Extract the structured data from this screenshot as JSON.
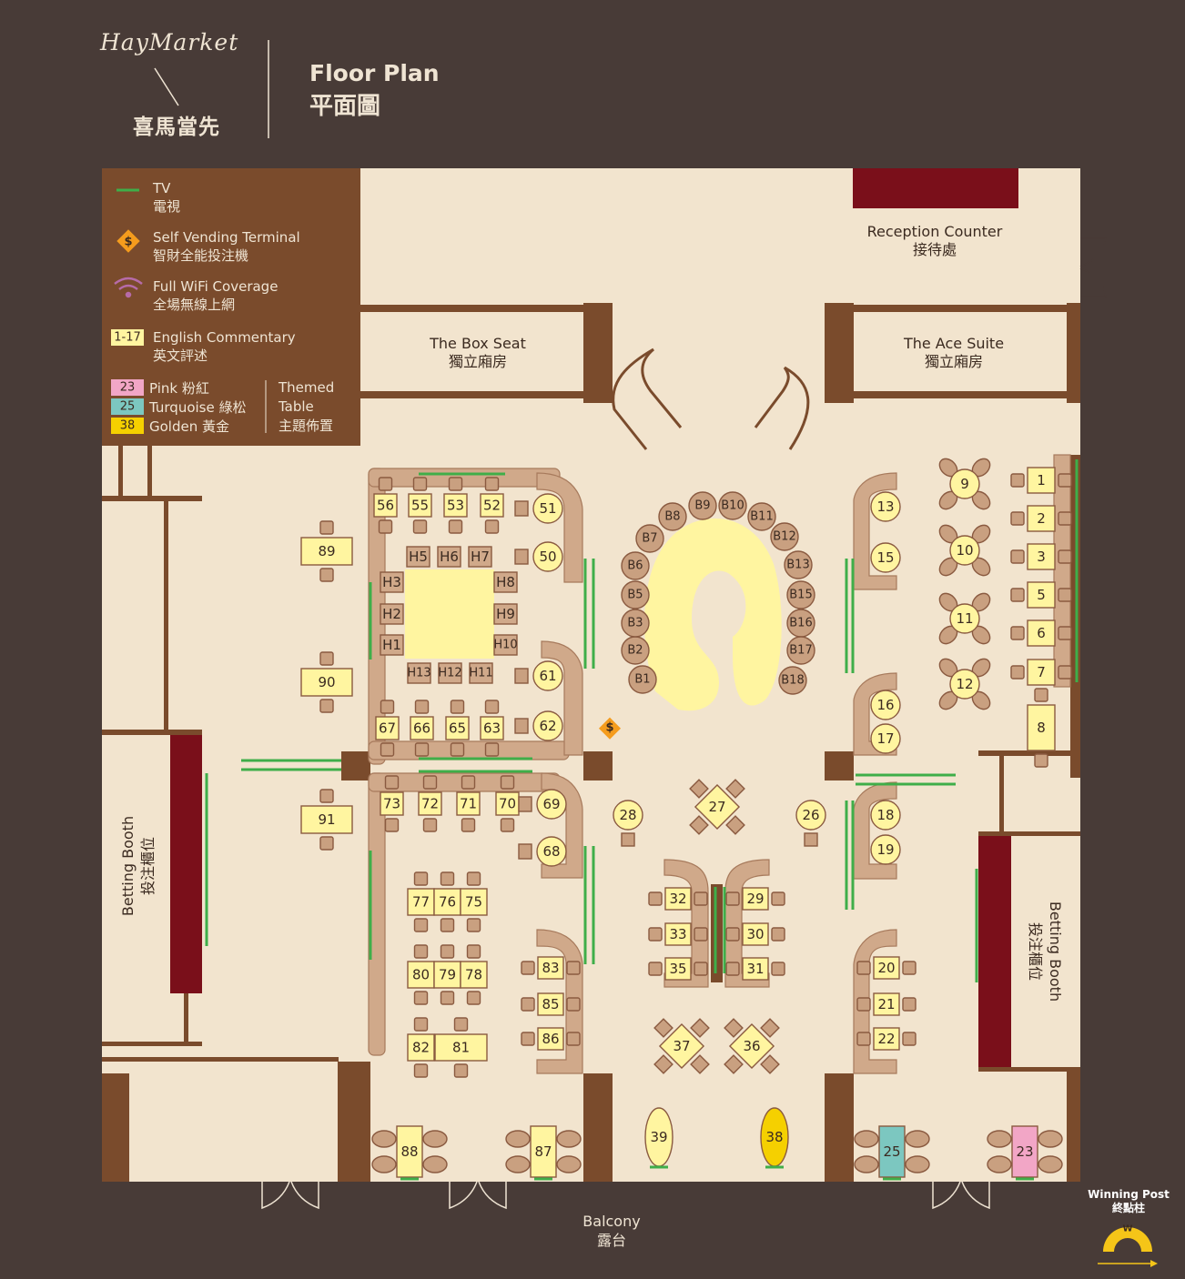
{
  "header": {
    "brand_en": "HayMarket",
    "brand_zh": "喜馬當先",
    "title_en": "Floor Plan",
    "title_zh": "平面圖"
  },
  "legend": {
    "tv": [
      "TV",
      "電視"
    ],
    "vending": [
      "Self Vending Terminal",
      "智財全能投注機"
    ],
    "wifi": [
      "Full WiFi Coverage",
      "全場無線上網"
    ],
    "commentary_badge": "1-17",
    "commentary": [
      "English Commentary",
      "英文評述"
    ],
    "pink_num": "23",
    "pink": "Pink 粉紅",
    "turq_num": "25",
    "turq": "Turquoise 綠松",
    "gold_num": "38",
    "gold": "Golden 黃金",
    "themed": [
      "Themed",
      "Table",
      "主題佈置"
    ],
    "vending_symbol": "$"
  },
  "rooms": {
    "reception": [
      "Reception Counter",
      "接待處"
    ],
    "box_seat": [
      "The Box Seat",
      "獨立廂房"
    ],
    "ace_suite": [
      "The Ace Suite",
      "獨立廂房"
    ],
    "booth_left": [
      "Betting Booth",
      "投注櫃位"
    ],
    "booth_right": [
      "Betting Booth",
      "投注櫃位"
    ],
    "balcony": [
      "Balcony",
      "露台"
    ],
    "winning_post": [
      "Winning Post",
      "終點柱"
    ],
    "winning_badge": "W"
  },
  "colors": {
    "background": "#483b37",
    "floor": "#f2e4ce",
    "wall": "#7a4b2c",
    "legend_bg": "#7a4b2c",
    "table": "#fff5a0",
    "golden": "#f5d000",
    "pink": "#f2a6c6",
    "turquoise": "#7cc7c0",
    "tv": "#3fae49",
    "counter": "#7a0f1a",
    "vending": "#f59c1d"
  },
  "tables": {
    "square": [
      "1",
      "2",
      "3",
      "5",
      "6",
      "7",
      "8"
    ],
    "round_right": [
      "13",
      "15",
      "16",
      "17",
      "18",
      "19",
      "20",
      "21",
      "22",
      "9",
      "10",
      "11",
      "12"
    ],
    "big_bar": [
      "B1",
      "B2",
      "B3",
      "B5",
      "B6",
      "B7",
      "B8",
      "B9",
      "B10",
      "B11",
      "B12",
      "B13",
      "B15",
      "B16",
      "B17",
      "B18"
    ],
    "hall": [
      "H1",
      "H2",
      "H3",
      "H5",
      "H6",
      "H7",
      "H8",
      "H9",
      "H10",
      "H11",
      "H12",
      "H13"
    ],
    "left_block": [
      "56",
      "55",
      "53",
      "52",
      "51",
      "50",
      "61",
      "62",
      "67",
      "66",
      "65",
      "63",
      "73",
      "72",
      "71",
      "70",
      "69",
      "68"
    ],
    "center": [
      "27",
      "28",
      "26",
      "32",
      "33",
      "35",
      "29",
      "30",
      "31",
      "36",
      "37",
      "39",
      "38"
    ],
    "lower_left": [
      "77",
      "76",
      "75",
      "80",
      "79",
      "78",
      "82",
      "81",
      "83",
      "85",
      "86",
      "88",
      "87",
      "89",
      "90",
      "91"
    ],
    "themed_tables": [
      "23",
      "25"
    ]
  }
}
